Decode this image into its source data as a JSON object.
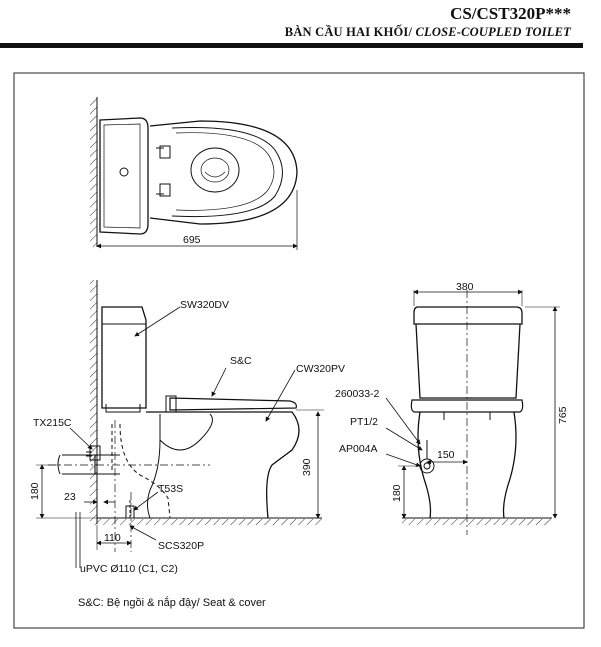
{
  "header": {
    "model": "CS/CST320P***",
    "title_vi": "BÀN CẦU HAI KHỐI/",
    "title_en": "CLOSE-COUPLED TOILET"
  },
  "top_view": {
    "width_dim": "695"
  },
  "side_view": {
    "parts": {
      "tank": "SW320DV",
      "seat": "S&C",
      "bowl": "CW320PV",
      "valve": "TX215C",
      "bolt": "T53S",
      "flange": "SCS320P"
    },
    "dims": {
      "height_390": "390",
      "h180": "180",
      "d23": "23",
      "d110": "110"
    },
    "pipe": "uPVC Ø110 (C1, C2)"
  },
  "front_view": {
    "parts": {
      "hose": "260033-2",
      "thread": "PT1/2",
      "stopvalve": "AP004A"
    },
    "dims": {
      "width": "380",
      "height": "765",
      "offset": "150",
      "h180": "180"
    }
  },
  "legend": "S&C: Bệ ngồi & nắp đậy/ Seat & cover"
}
